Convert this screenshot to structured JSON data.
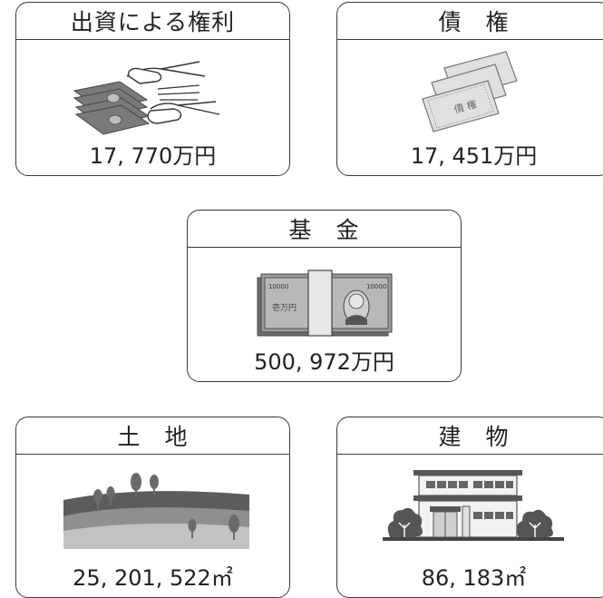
{
  "cards": [
    {
      "title": "出資による権利",
      "value": "17, 770万円",
      "icon": "money-handover-icon"
    },
    {
      "title": "債　権",
      "value": "17, 451万円",
      "icon": "bond-certificates-icon",
      "certificate_text": "債 権"
    },
    {
      "title": "基　金",
      "value": "500, 972万円",
      "icon": "cash-bundle-icon",
      "note_numbers": "10000",
      "note_text": "壱万円"
    },
    {
      "title": "土　地",
      "value": "25, 201, 522",
      "unit": "㎡",
      "icon": "landscape-hills-icon"
    },
    {
      "title": "建　物",
      "value": "86, 183",
      "unit": "㎡",
      "icon": "building-with-trees-icon"
    }
  ],
  "colors": {
    "border": "#3a3a3a",
    "illustration_dark": "#555555",
    "illustration_mid": "#8a8a8a",
    "illustration_light": "#c8c8c8"
  }
}
